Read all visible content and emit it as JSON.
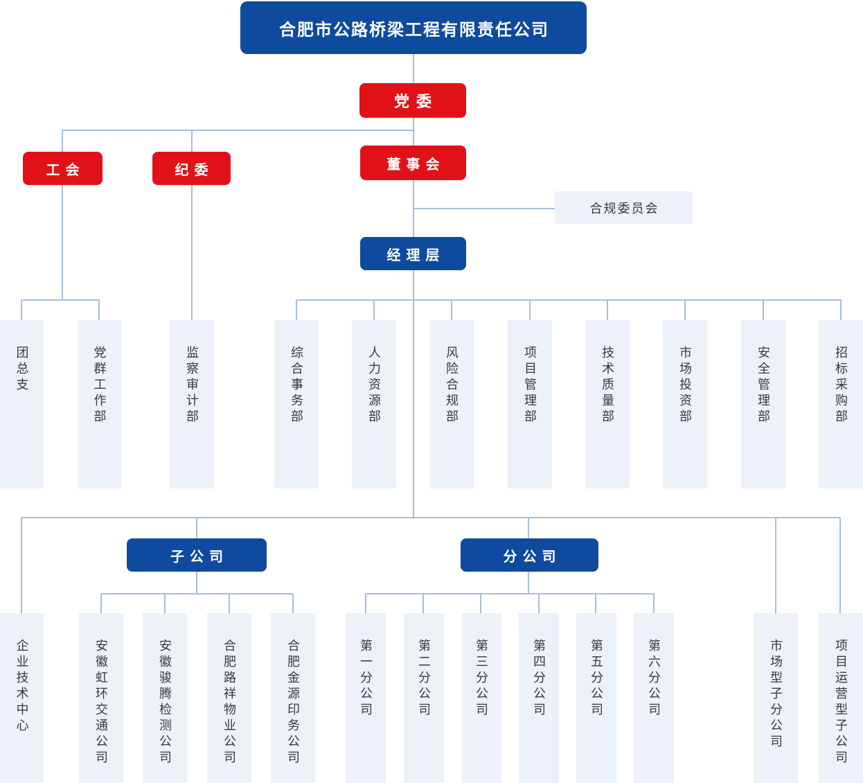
{
  "colors": {
    "primary_blue": "#0E4A9E",
    "accent_red": "#E01218",
    "light_panel": "#EDF1F8",
    "connector_line": "#A8BDDA",
    "dark_text": "#333A45"
  },
  "root": {
    "label": "合肥市公路桥梁工程有限责任公司"
  },
  "party_committee": {
    "label": "党委"
  },
  "labor_union": {
    "label": "工会"
  },
  "discipline_committee": {
    "label": "纪委"
  },
  "board_of_directors": {
    "label": "董事会"
  },
  "compliance_committee": {
    "label": "合规委员会"
  },
  "management_level": {
    "label": "经理层"
  },
  "union_departments": [
    "团总支",
    "党群工作部"
  ],
  "discipline_departments": [
    "监察审计部"
  ],
  "management_departments": [
    "综合事务部",
    "人力资源部",
    "风险合规部",
    "项目管理部",
    "技术质量部",
    "市场投资部",
    "安全管理部",
    "招标采购部"
  ],
  "subsidiaries_group": {
    "label": "子公司"
  },
  "branches_group": {
    "label": "分公司"
  },
  "direct_units": [
    "企业技术中心"
  ],
  "subsidiaries": [
    "安徽虹环交通公司",
    "安徽骏腾检测公司",
    "合肥路祥物业公司",
    "合肥金源印务公司"
  ],
  "branches": [
    "第一分公司",
    "第二分公司",
    "第三分公司",
    "第四分公司",
    "第五分公司",
    "第六分公司"
  ],
  "special_units": [
    "市场型子分公司",
    "项目运营型子公司"
  ]
}
